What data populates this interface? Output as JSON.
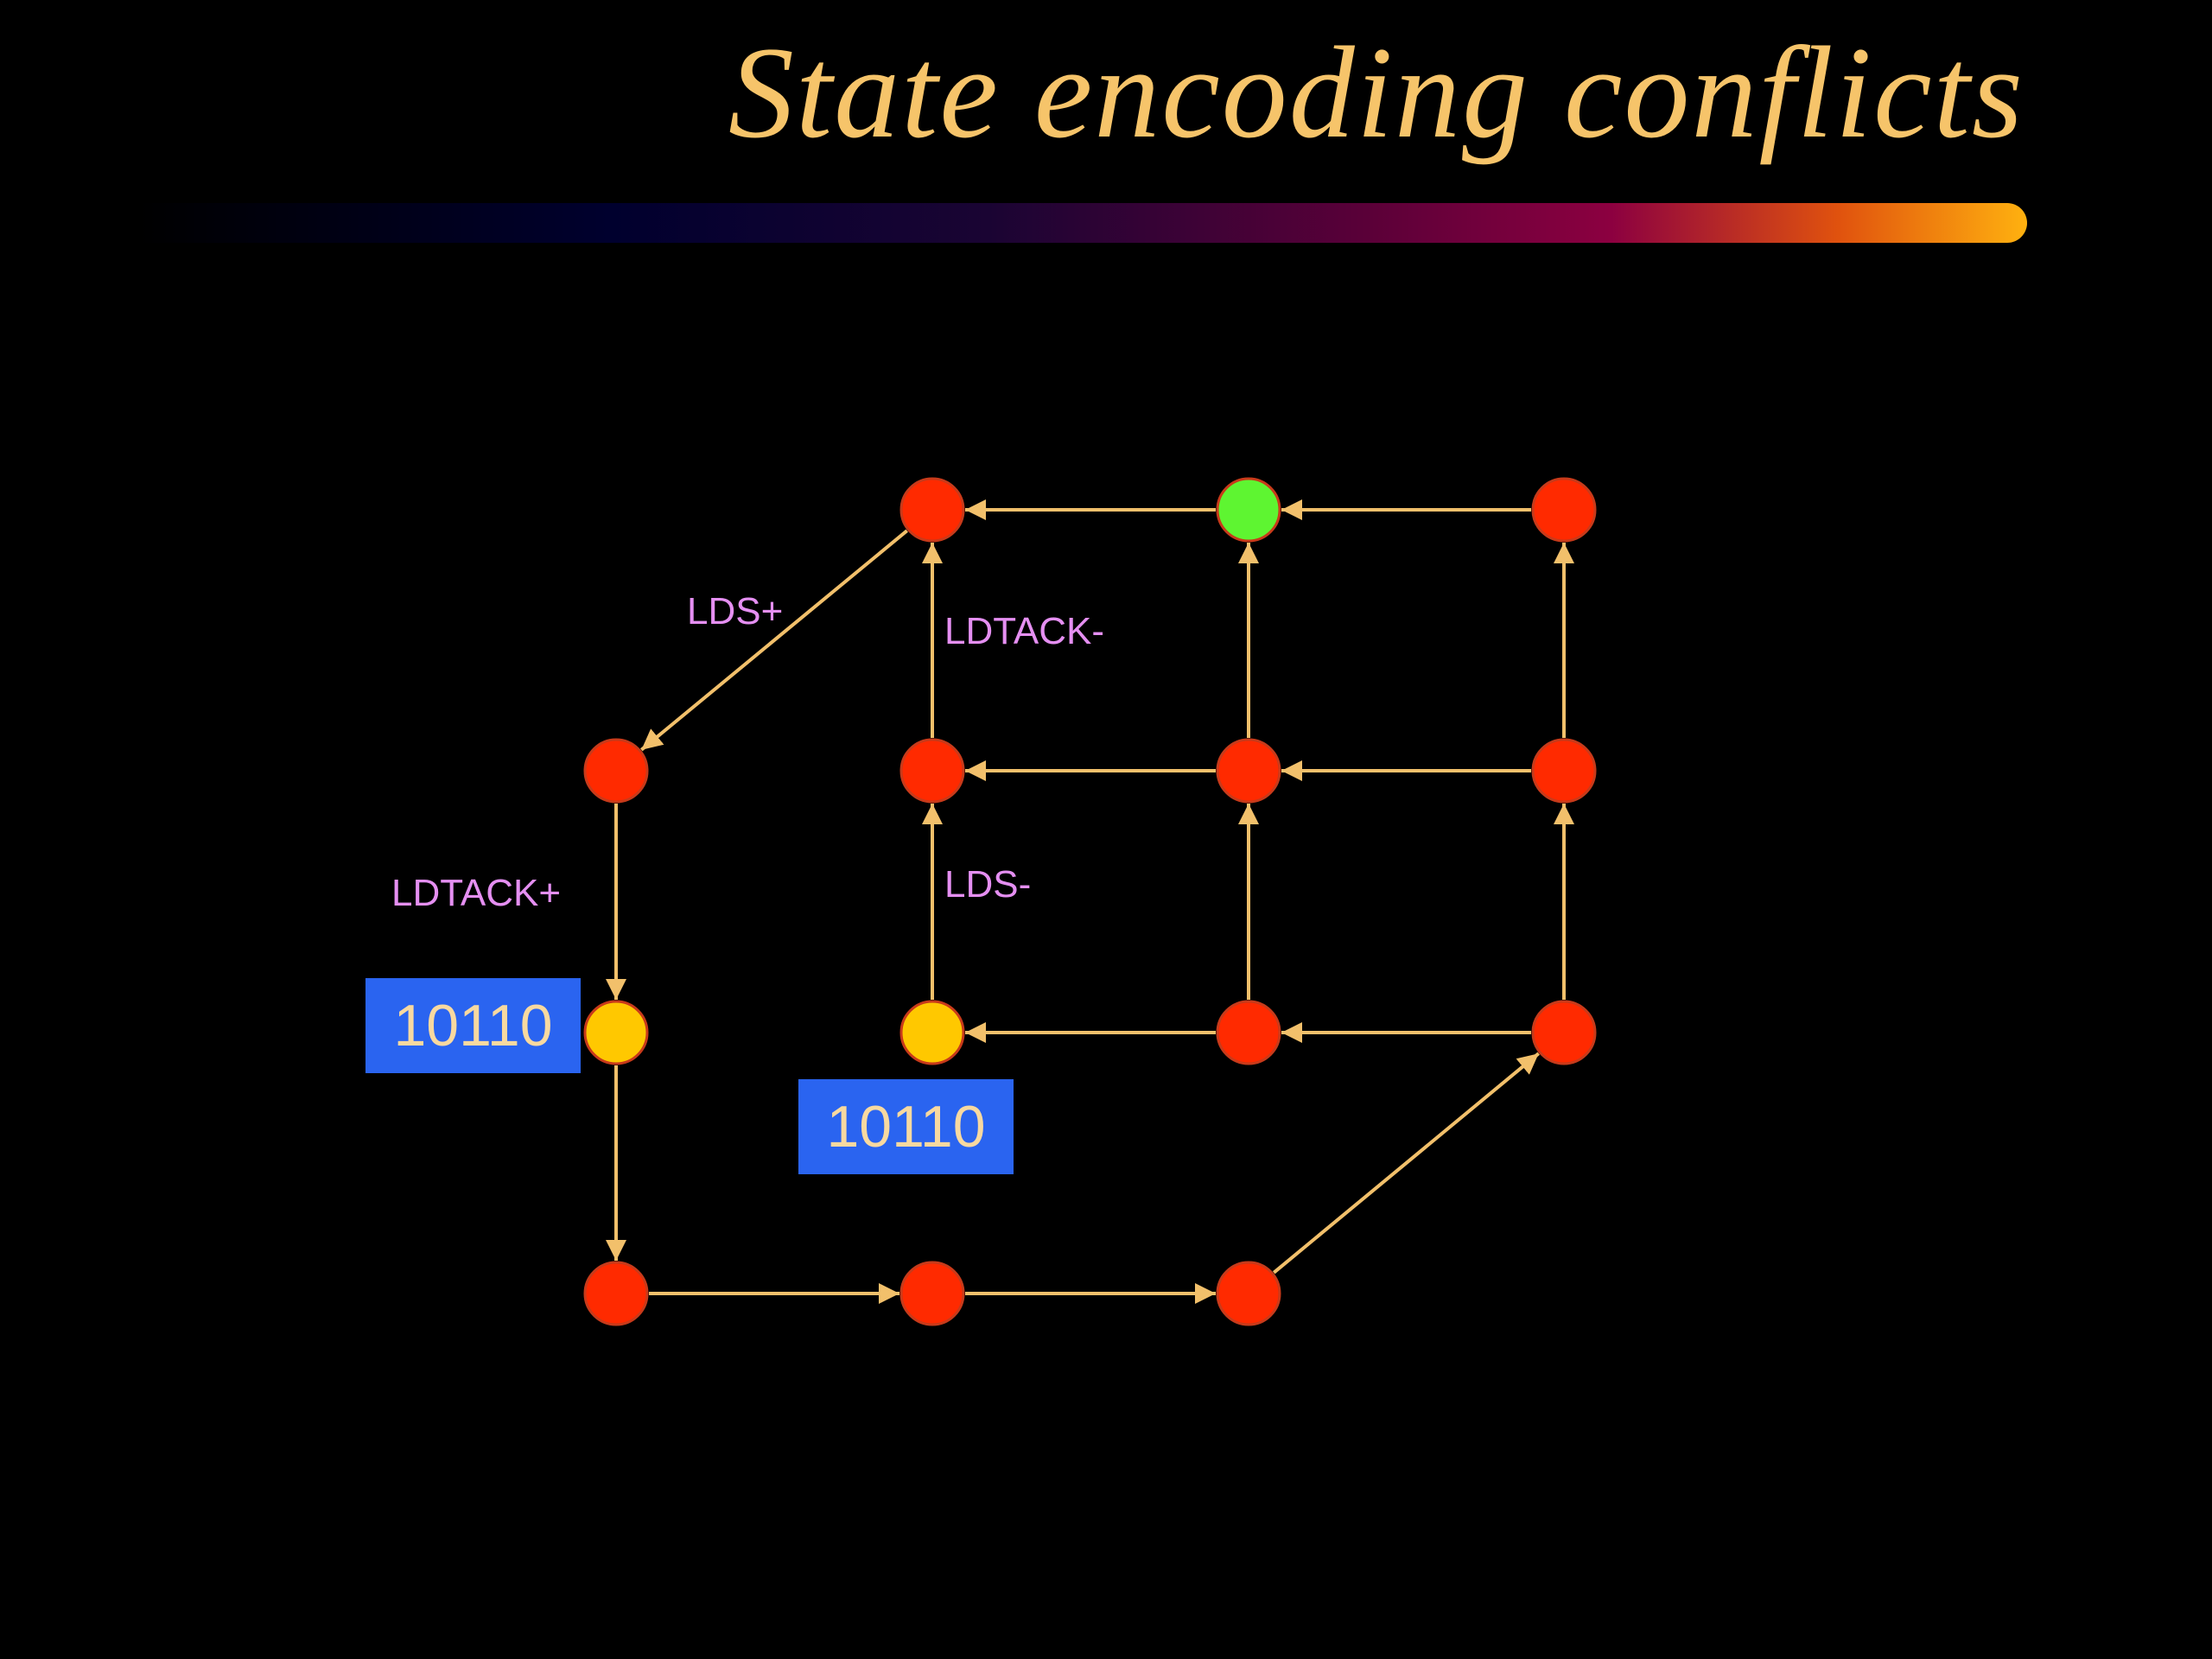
{
  "title": "State encoding conflicts",
  "colors": {
    "title": "#f6c46a",
    "edge": "#f2c06b",
    "node_red": "#ff2a00",
    "node_yellow": "#ffc800",
    "node_green": "#5ef531",
    "label": "#e58ff2",
    "code_box": "#2a64f0",
    "code_text": "#f8d9a0"
  },
  "diagram": {
    "nodes": [
      {
        "id": "n_top_left",
        "color": "red"
      },
      {
        "id": "n_top_mid",
        "color": "green"
      },
      {
        "id": "n_top_right",
        "color": "red"
      },
      {
        "id": "n_left_upper",
        "color": "red"
      },
      {
        "id": "n_mid_left",
        "color": "red"
      },
      {
        "id": "n_mid_mid",
        "color": "red"
      },
      {
        "id": "n_mid_right",
        "color": "red"
      },
      {
        "id": "n_left_conflict",
        "color": "yellow"
      },
      {
        "id": "n_inner_conflict",
        "color": "yellow"
      },
      {
        "id": "n_low_mid",
        "color": "red"
      },
      {
        "id": "n_low_right",
        "color": "red"
      },
      {
        "id": "n_bottom_left",
        "color": "red"
      },
      {
        "id": "n_bottom_mid",
        "color": "red"
      },
      {
        "id": "n_bottom_right",
        "color": "red"
      }
    ],
    "edges": [
      {
        "from": "n_top_right",
        "to": "n_top_mid"
      },
      {
        "from": "n_top_mid",
        "to": "n_top_left"
      },
      {
        "from": "n_top_left",
        "to": "n_left_upper",
        "label": "LDS+"
      },
      {
        "from": "n_left_upper",
        "to": "n_left_conflict",
        "label": "LDTACK+"
      },
      {
        "from": "n_left_conflict",
        "to": "n_bottom_left"
      },
      {
        "from": "n_bottom_left",
        "to": "n_bottom_mid"
      },
      {
        "from": "n_bottom_mid",
        "to": "n_bottom_right"
      },
      {
        "from": "n_bottom_right",
        "to": "n_low_right"
      },
      {
        "from": "n_mid_left",
        "to": "n_top_left",
        "label": "LDTACK-"
      },
      {
        "from": "n_mid_mid",
        "to": "n_top_mid"
      },
      {
        "from": "n_mid_right",
        "to": "n_top_right"
      },
      {
        "from": "n_mid_right",
        "to": "n_mid_mid"
      },
      {
        "from": "n_mid_mid",
        "to": "n_mid_left"
      },
      {
        "from": "n_inner_conflict",
        "to": "n_mid_left",
        "label": "LDS-"
      },
      {
        "from": "n_low_mid",
        "to": "n_mid_mid"
      },
      {
        "from": "n_low_right",
        "to": "n_mid_right"
      },
      {
        "from": "n_low_right",
        "to": "n_low_mid"
      },
      {
        "from": "n_low_mid",
        "to": "n_inner_conflict"
      }
    ],
    "codes": [
      {
        "id": "code_left",
        "text": "10110"
      },
      {
        "id": "code_inner",
        "text": "10110"
      }
    ]
  }
}
